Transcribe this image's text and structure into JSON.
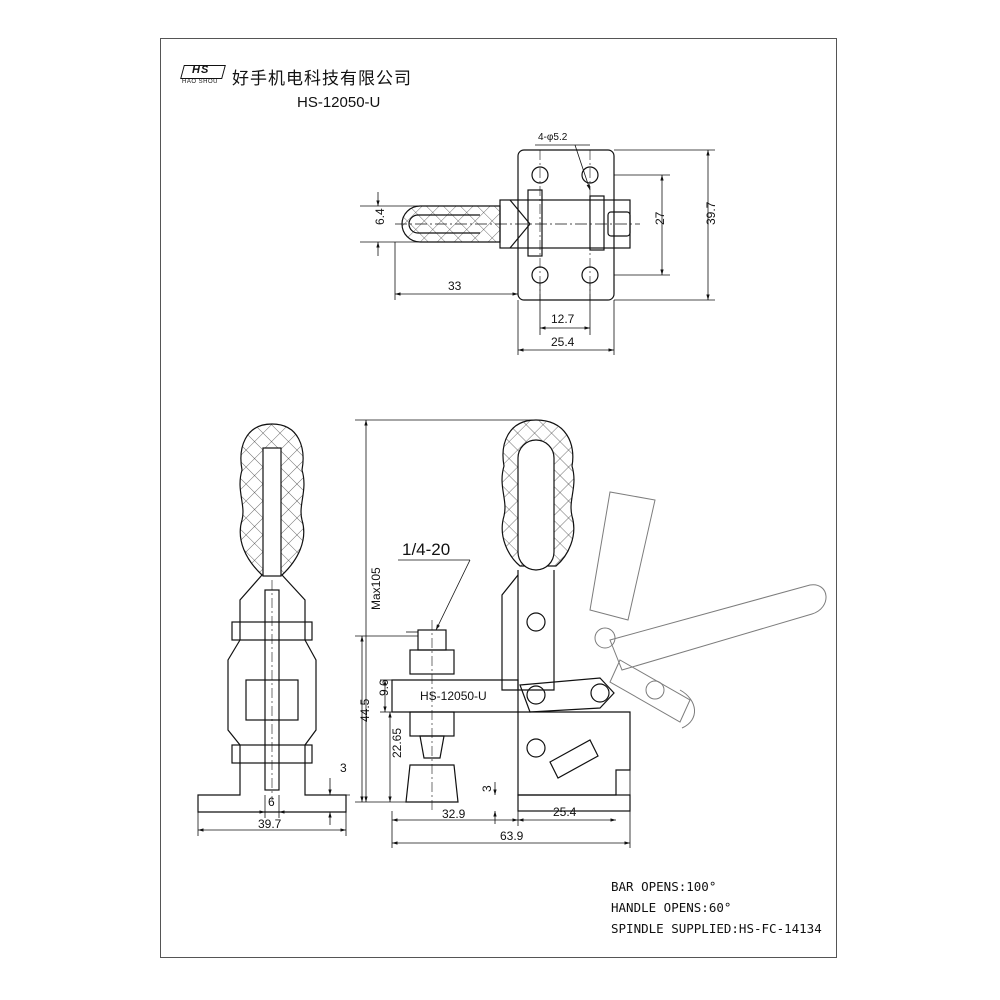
{
  "header": {
    "logo_text": "HS",
    "logo_subtext": "HAO SHOU",
    "company_name": "好手机电科技有限公司",
    "model_number": "HS-12050-U"
  },
  "top_view": {
    "holes_label": "4-φ5.2",
    "dim_height_27": "27",
    "dim_height_39_7": "39.7",
    "dim_6_4": "6.4",
    "dim_33": "33",
    "dim_12_7": "12.7",
    "dim_25_4": "25.4"
  },
  "front_view": {
    "dim_6": "6",
    "dim_39_7": "39.7",
    "dim_3": "3"
  },
  "side_view": {
    "thread_label": "1/4-20",
    "body_label": "HS-12050-U",
    "dim_max105": "Max105",
    "dim_44_5": "44.5",
    "dim_9_6": "9.6",
    "dim_22_65": "22.65",
    "dim_3": "3",
    "dim_32_9": "32.9",
    "dim_25_4": "25.4",
    "dim_63_9": "63.9"
  },
  "notes": [
    "BAR OPENS:100°",
    "HANDLE OPENS:60°",
    "SPINDLE SUPPLIED:HS-FC-14134"
  ]
}
